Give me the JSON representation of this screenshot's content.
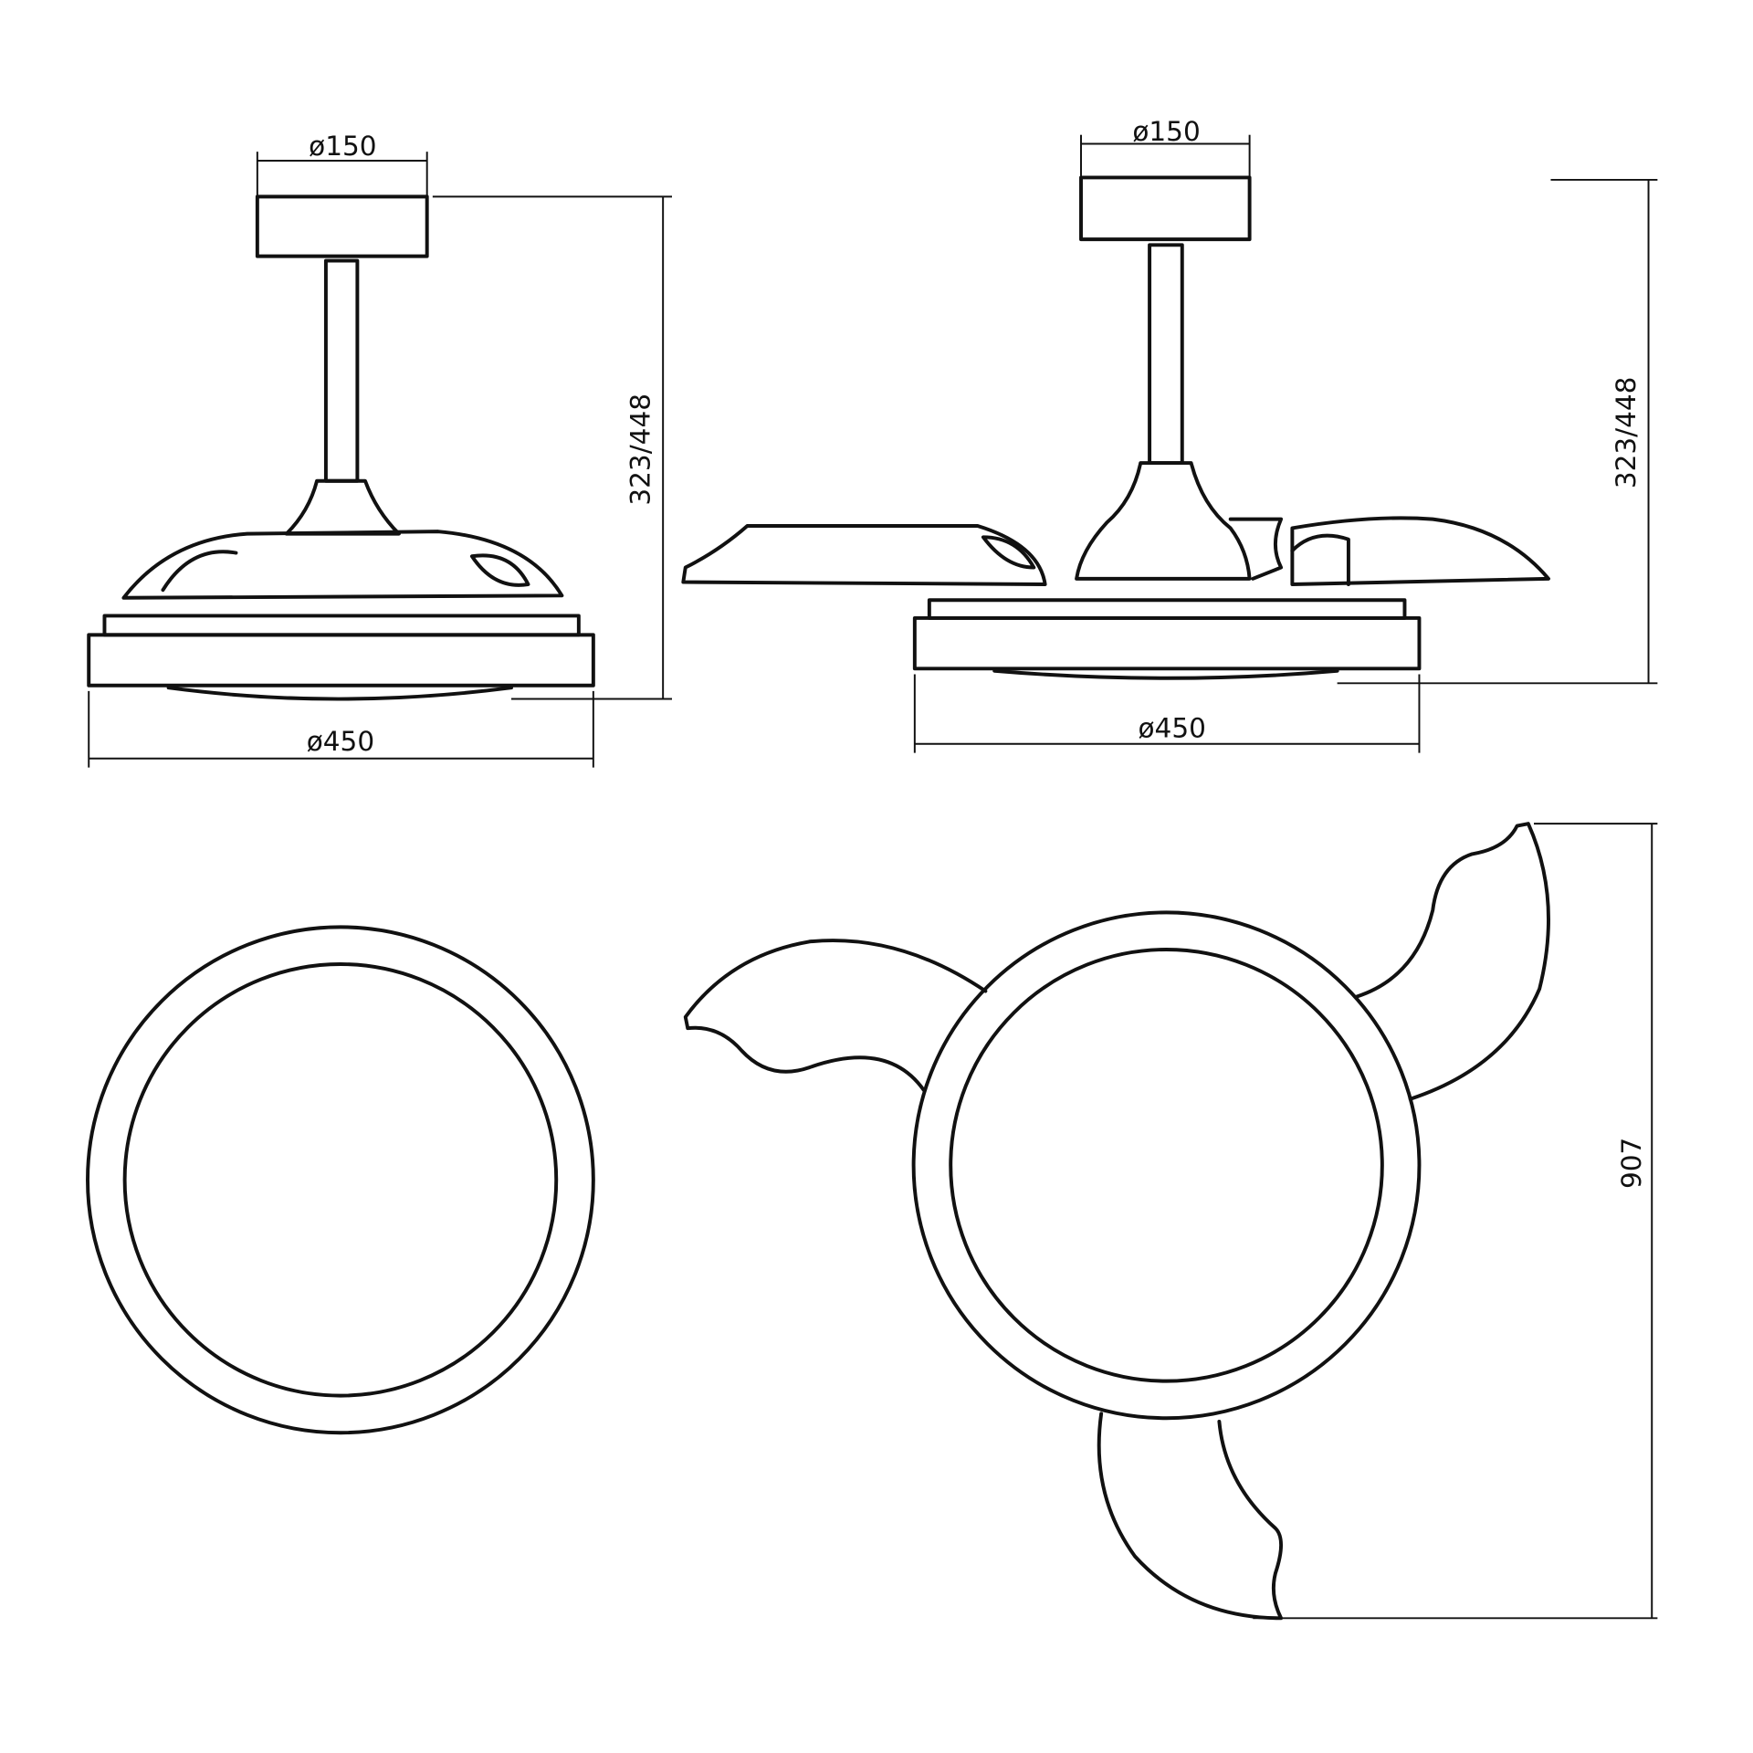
{
  "drawing": {
    "views": [
      {
        "name": "side-view-folded",
        "dims": {
          "canopy_diameter": "ø150",
          "height": "323/448",
          "body_diameter": "ø450"
        }
      },
      {
        "name": "side-view-open",
        "dims": {
          "canopy_diameter": "ø150",
          "height": "323/448",
          "body_diameter": "ø450"
        }
      },
      {
        "name": "bottom-view-folded"
      },
      {
        "name": "bottom-view-open",
        "dims": {
          "span": "907"
        }
      }
    ]
  },
  "colors": {
    "line": "#111111",
    "background": "#ffffff"
  }
}
